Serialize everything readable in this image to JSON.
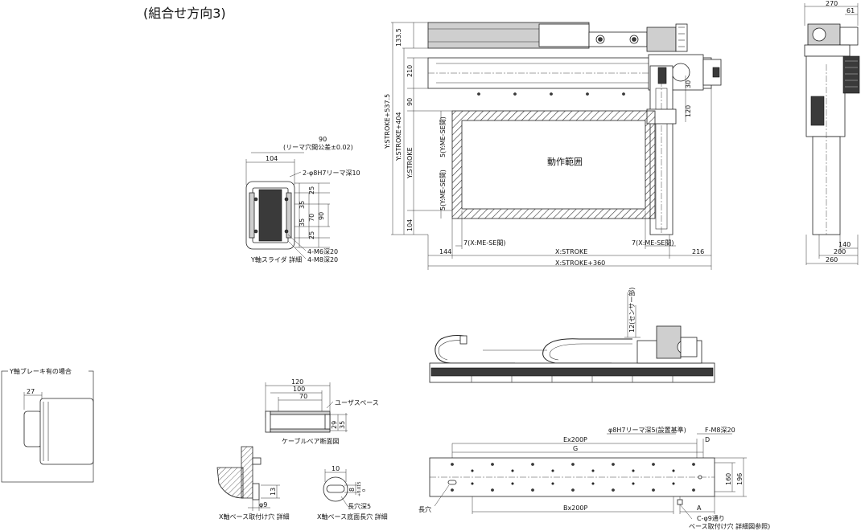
{
  "heading": "(組合せ方向3)",
  "top_view": {
    "work_area_label": "動作範囲",
    "dim_top_offset": "133.5",
    "dim_210": "210",
    "dim_90": "90",
    "dim_y_stroke": "Y:STROKE",
    "dim_y_stroke_404": "Y:STROKE+404",
    "dim_y_stroke_5375": "Y:STROKE+537.5",
    "dim_104": "104",
    "dim_y_me_se_top": "5(Y:ME-SE間)",
    "dim_y_me_se_bottom": "5(Y:ME-SE間)",
    "dim_x_me_se_left": "7(X:ME-SE間)",
    "dim_x_me_se_right": "7(X:ME-SE間)",
    "dim_144": "144",
    "dim_x_stroke": "X:STROKE",
    "dim_216": "216",
    "dim_x_stroke_360": "X:STROKE+360",
    "dim_30": "30",
    "dim_120": "120"
  },
  "side_view": {
    "dim_270": "270",
    "dim_61": "61",
    "dim_140": "140",
    "dim_200": "200",
    "dim_260": "260"
  },
  "y_slider": {
    "dim_90": "90",
    "tolerance": "(リーマ穴間公差±0.02)",
    "dim_104": "104",
    "reamer": "2-φ8H7リーマ深10",
    "dim_25a": "25",
    "dim_35a": "35",
    "dim_70": "70",
    "dim_90v": "90",
    "dim_35b": "35",
    "dim_25b": "25",
    "m6": "4-M6深20",
    "m8": "4-M8深20",
    "caption": "Y軸スライダ 詳細"
  },
  "brake": {
    "title": "Y軸ブレーキ有の場合",
    "dim_27": "27"
  },
  "cable_bearer": {
    "dim_120": "120",
    "dim_100": "100",
    "dim_70": "70",
    "user_space": "ユーザスペース",
    "dim_29": "29",
    "dim_35": "35",
    "caption": "ケーブルベア断面図"
  },
  "mount_hole": {
    "dim_13": "13",
    "dim_phi9": "φ9",
    "caption": "X軸ベース取付け穴 詳細"
  },
  "slot_hole": {
    "dim_10": "10",
    "dim_8": "8",
    "tol": "+0.015",
    "tol0": "0",
    "slot_depth": "長穴深5",
    "caption": "X軸ベース底面長穴 詳細"
  },
  "front_view": {
    "sensor_label": "12(センサー部)"
  },
  "bottom_view": {
    "reamer": "φ8H7リーマ深5(設置基準)",
    "f_m8": "F-M8深20",
    "e_200p": "Ex200P",
    "d": "D",
    "g": "G",
    "dim_160": "160",
    "dim_196": "196",
    "slot": "長穴",
    "b_200p": "Bx200P",
    "a": "A",
    "c_hole": "C-φ9通り",
    "c_hole_ref": "ベース取付け穴 詳細図参照)"
  }
}
